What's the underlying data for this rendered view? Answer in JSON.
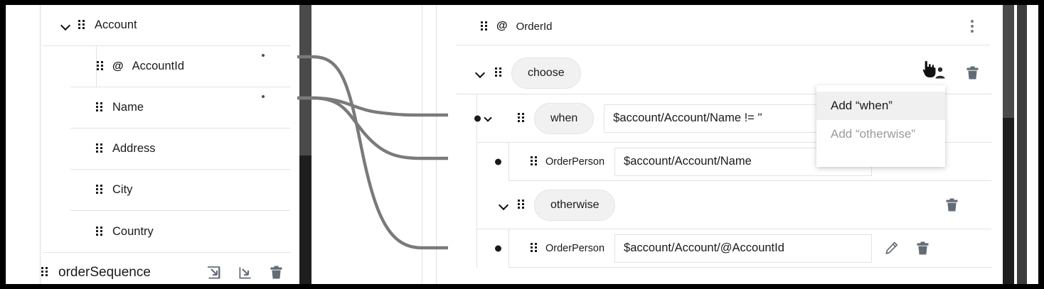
{
  "source_tree": {
    "root": {
      "label": "Account",
      "expanded": true,
      "icon": "grip-icon",
      "chevron": "chevron-down-icon"
    },
    "children": [
      {
        "label": "AccountId",
        "attribute": true,
        "at_symbol": "@",
        "connected": true
      },
      {
        "label": "Name",
        "attribute": false,
        "connected": true
      },
      {
        "label": "Address",
        "attribute": false,
        "connected": false
      },
      {
        "label": "City",
        "attribute": false,
        "connected": false
      },
      {
        "label": "Country",
        "attribute": false,
        "connected": false
      }
    ],
    "footer": {
      "label": "orderSequence",
      "actions": [
        {
          "name": "collapse-into-icon",
          "glyph": "arrow-into-corner"
        },
        {
          "name": "expand-out-icon",
          "glyph": "arrow-from-corner"
        },
        {
          "name": "delete-icon",
          "glyph": "trash"
        }
      ]
    }
  },
  "target_tree": {
    "order_id": {
      "label": "OrderId",
      "at_symbol": "@",
      "menu_icon": "kebab-menu-icon"
    },
    "choose": {
      "label": "choose",
      "expanded": true,
      "actions": [
        {
          "name": "add-branch-icon",
          "glyph": "person-add"
        },
        {
          "name": "delete-choose-icon",
          "glyph": "trash"
        }
      ]
    },
    "branches": [
      {
        "type": "when",
        "label": "when",
        "expanded": true,
        "test": "$account/Account/Name != ''",
        "leaf": {
          "label": "OrderPerson",
          "value": "$account/Account/Name",
          "actions": []
        }
      },
      {
        "type": "otherwise",
        "label": "otherwise",
        "expanded": true,
        "actions": [
          {
            "name": "delete-otherwise-icon",
            "glyph": "trash"
          }
        ],
        "leaf": {
          "label": "OrderPerson",
          "value": "$account/Account/@AccountId",
          "actions": [
            {
              "name": "edit-icon",
              "glyph": "pencil"
            },
            {
              "name": "delete-icon",
              "glyph": "trash"
            }
          ]
        }
      }
    ]
  },
  "context_menu": {
    "visible": true,
    "items": [
      {
        "label": "Add “when”",
        "state": "hovered"
      },
      {
        "label": "Add “otherwise”",
        "state": "disabled"
      }
    ]
  },
  "cursor": {
    "type": "pointing-hand"
  },
  "colors": {
    "frame": "#000000",
    "pill_bg": "#f1f1f1",
    "border": "#e2e2e2",
    "connector": "#7a7a7a",
    "scrollbar_track": "#1e1e1e",
    "scrollbar_thumb": "#4a4a4a",
    "side_bar": "#3d3d3d",
    "icon_gray": "#636c75",
    "menu_hover": "#f0f0f0",
    "menu_disabled_text": "#9a9a9a"
  }
}
